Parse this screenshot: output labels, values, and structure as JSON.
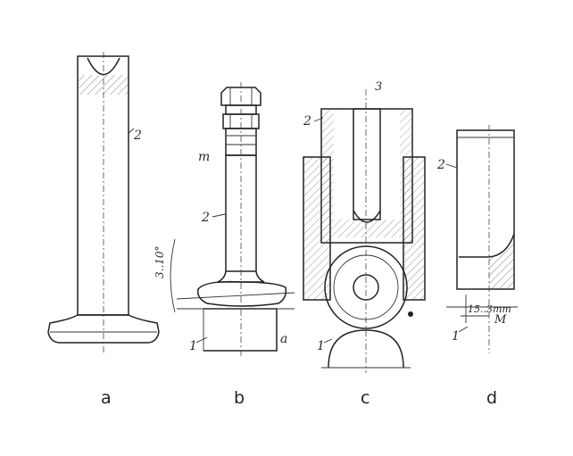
{
  "labels": {
    "a_part": "2",
    "b_m": "m",
    "b_part": "2",
    "b_angle": "3..10°",
    "b_base": "1",
    "b_a": "a",
    "c_top": "3",
    "c_part": "2",
    "c_base": "1",
    "d_part": "2",
    "d_dim": "15..3mm",
    "d_m": "M",
    "d_base": "1"
  },
  "captions": [
    "a",
    "b",
    "c",
    "d"
  ],
  "colors": {
    "ink": "#222222",
    "hatch": "#444444",
    "paper": "#ffffff"
  }
}
